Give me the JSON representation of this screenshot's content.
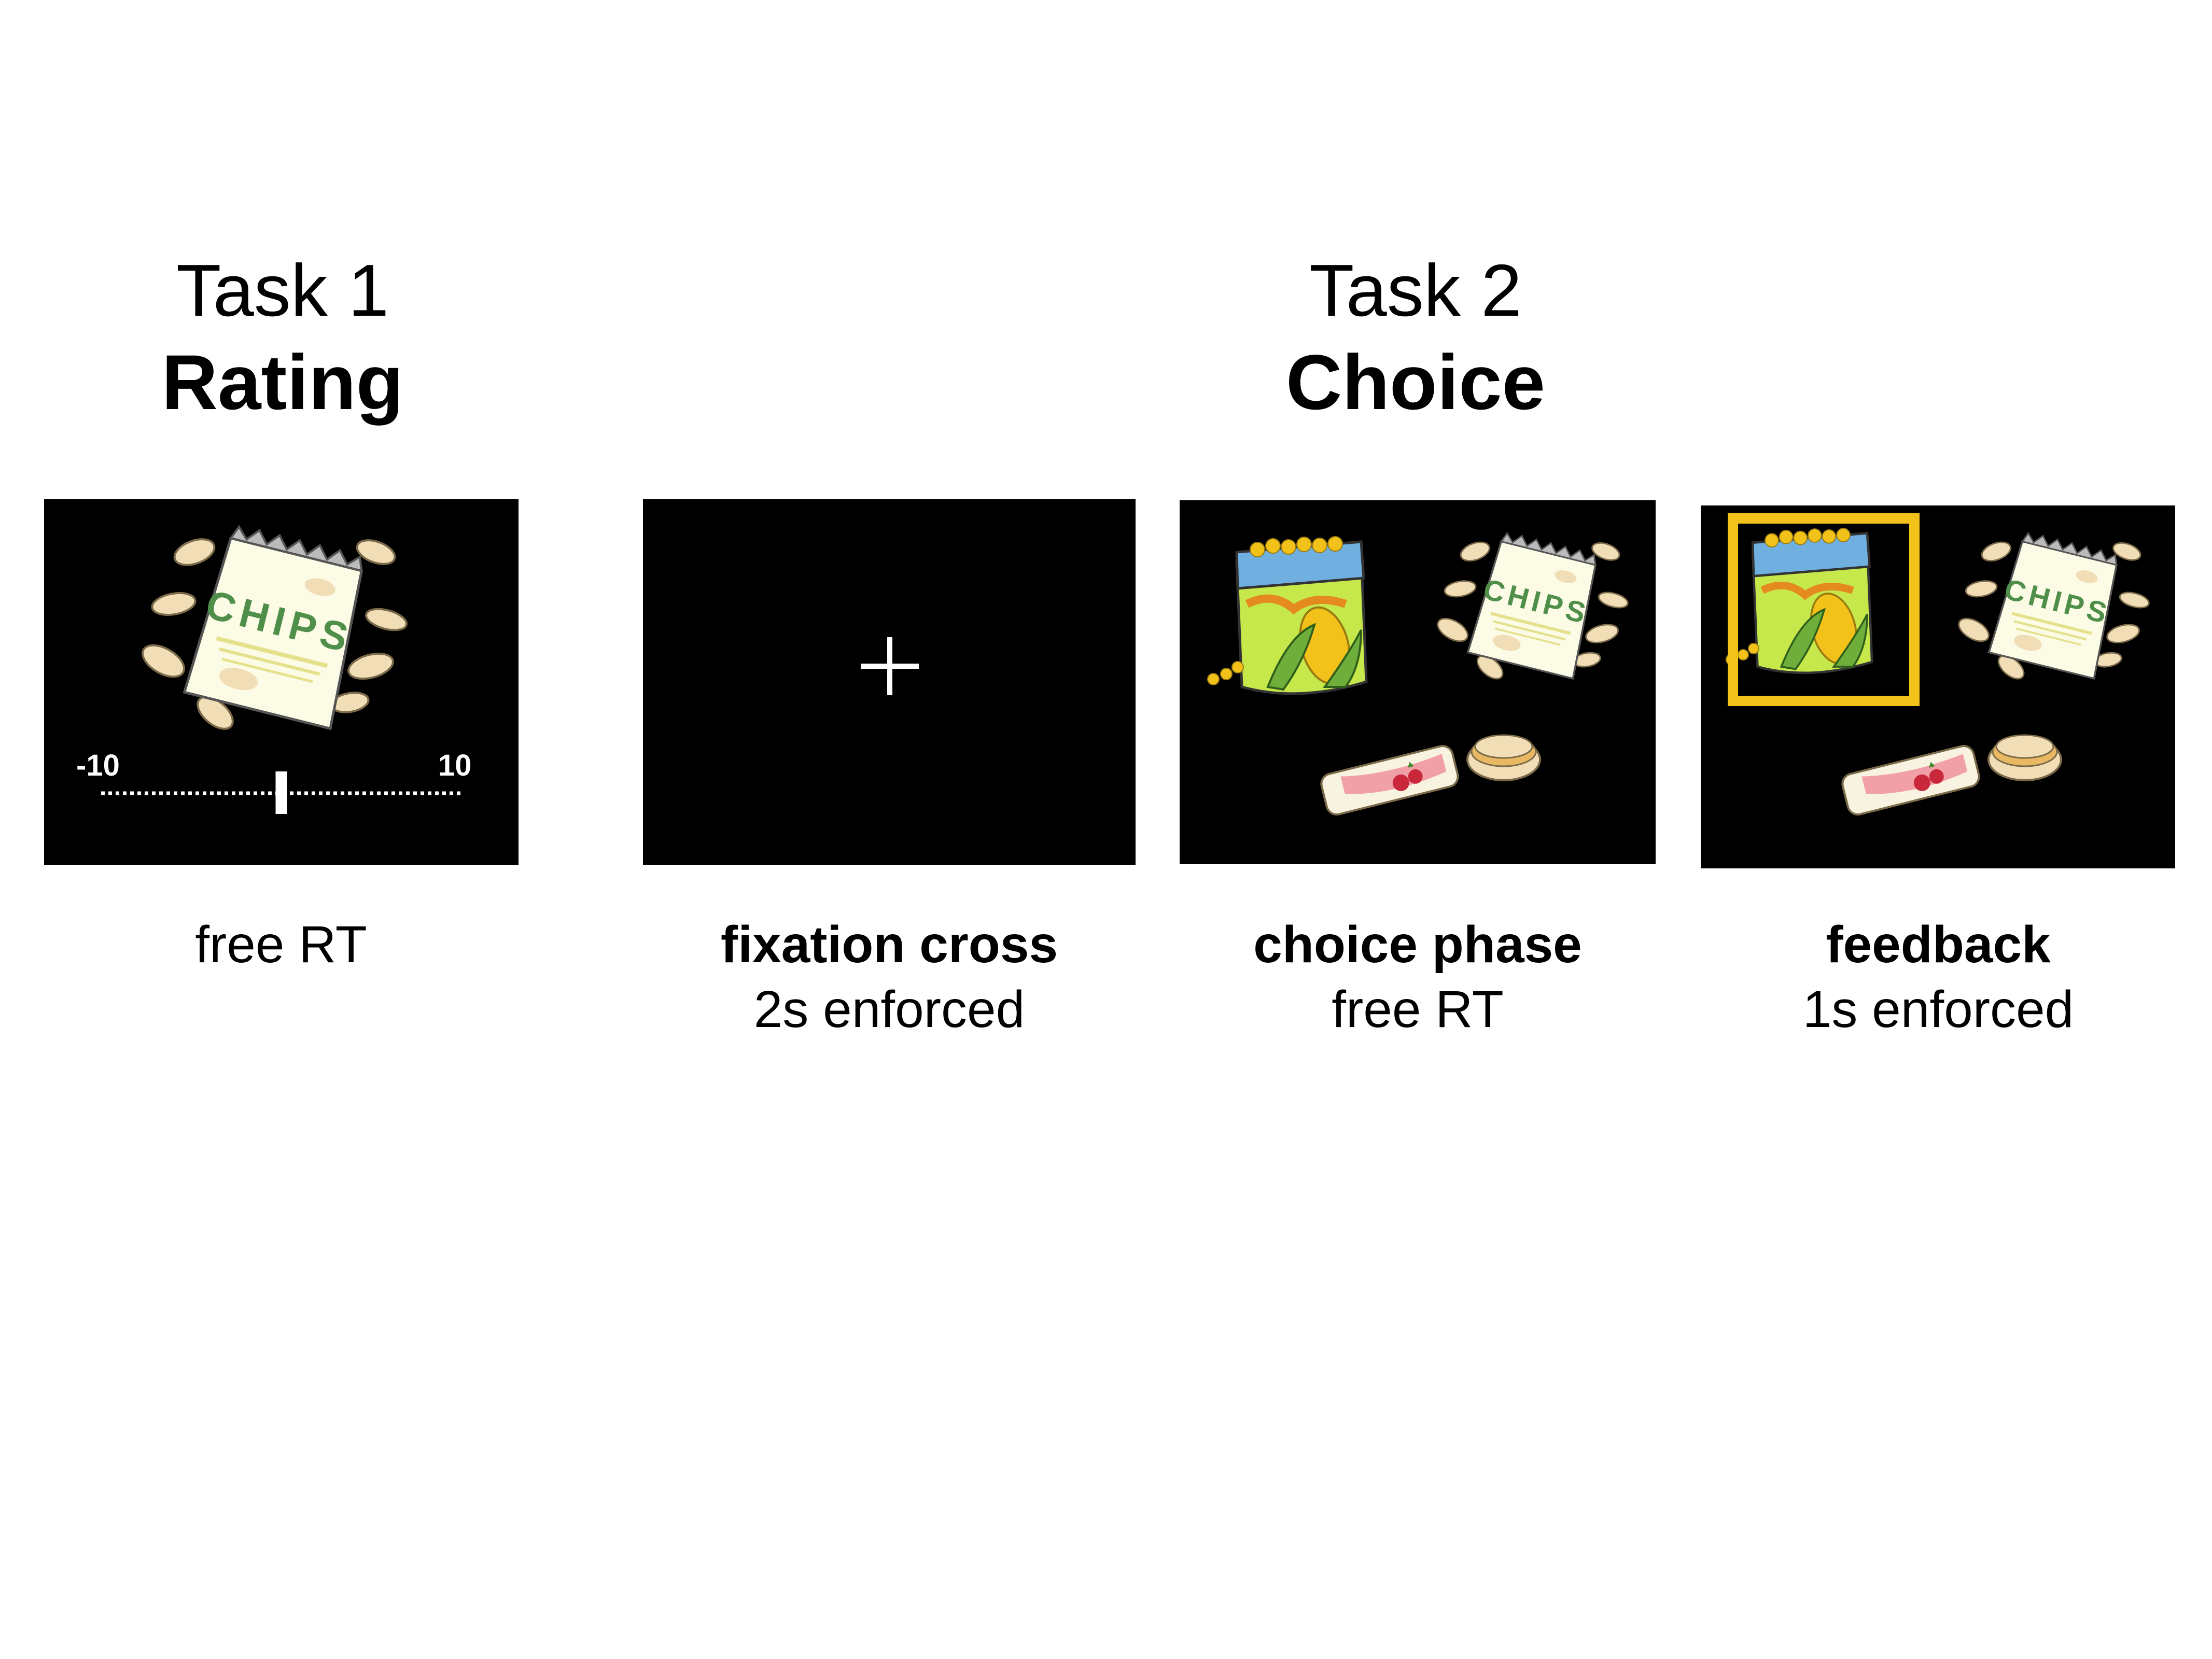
{
  "task1": {
    "task_label": "Task 1",
    "task_name": "Rating"
  },
  "task2": {
    "task_label": "Task 2",
    "task_name": "Choice"
  },
  "rating_screen": {
    "chips_text": "CHIPS",
    "scale_min_label": "-10",
    "scale_max_label": "10",
    "slider_position": 0.5,
    "caption_plain": "free RT"
  },
  "fixation_screen": {
    "symbol": "+",
    "caption_bold": "fixation cross",
    "caption_plain": "2s enforced"
  },
  "choice_screen": {
    "caption_bold": "choice phase",
    "caption_plain": "free RT"
  },
  "feedback_screen": {
    "caption_bold": "feedback",
    "caption_plain": "1s enforced",
    "highlight_color": "#f2c21b"
  },
  "colors": {
    "screen_bg": "#000000",
    "chip": "#f1deb6",
    "corn_bag": "#c6e84a",
    "bag_top": "#6fb0e0",
    "corn_text": "#e58a1f"
  },
  "icons": [
    "chips-bag-icon",
    "corn-snack-bag-icon",
    "fruit-bar-icon",
    "biscuit-icon",
    "fixation-cross-icon"
  ]
}
